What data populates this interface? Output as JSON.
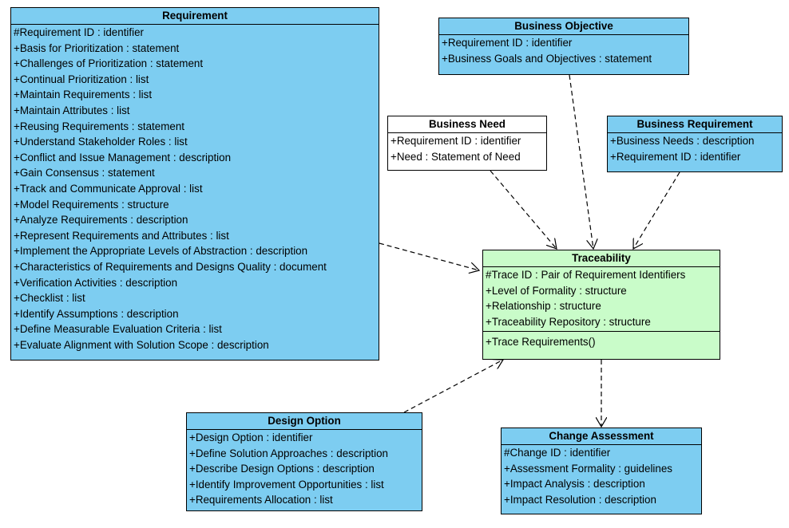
{
  "classes": {
    "requirement": {
      "title": "Requirement",
      "attributes": [
        "#Requirement ID : identifier",
        "+Basis for Prioritization : statement",
        "+Challenges of Prioritization : statement",
        "+Continual Prioritization : list",
        "+Maintain Requirements : list",
        "+Maintain Attributes : list",
        "+Reusing Requirements : statement",
        "+Understand Stakeholder Roles : list",
        "+Conflict and Issue Management : description",
        "+Gain Consensus : statement",
        "+Track and Communicate Approval : list",
        "+Model Requirements : structure",
        "+Analyze Requirements : description",
        "+Represent Requirements and Attributes : list",
        "+Implement the Appropriate Levels of Abstraction : description",
        "+Characteristics of Requirements and Designs Quality : document",
        "+Verification Activities : description",
        "+Checklist : list",
        "+Identify Assumptions : description",
        "+Define Measurable Evaluation Criteria : list",
        "+Evaluate Alignment with Solution Scope : description"
      ]
    },
    "business_objective": {
      "title": "Business Objective",
      "attributes": [
        "+Requirement ID : identifier",
        "+Business Goals and Objectives : statement"
      ]
    },
    "business_need": {
      "title": "Business Need",
      "attributes": [
        "+Requirement ID : identifier",
        "+Need : Statement of Need"
      ]
    },
    "business_requirement": {
      "title": "Business Requirement",
      "attributes": [
        "+Business Needs : description",
        "+Requirement ID : identifier"
      ]
    },
    "traceability": {
      "title": "Traceability",
      "attributes": [
        "#Trace ID : Pair of Requirement Identifiers",
        "+Level of Formality : structure",
        "+Relationship : structure",
        "+Traceability Repository : structure"
      ],
      "operations": [
        "+Trace Requirements()"
      ]
    },
    "design_option": {
      "title": "Design Option",
      "attributes": [
        "+Design Option : identifier",
        "+Define Solution Approaches : description",
        "+Describe Design Options : description",
        "+Identify Improvement Opportunities : list",
        "+Requirements Allocation : list"
      ]
    },
    "change_assessment": {
      "title": "Change Assessment",
      "attributes": [
        "#Change ID : identifier",
        "+Assessment Formality : guidelines",
        "+Impact Analysis : description",
        "+Impact Resolution : description"
      ]
    }
  },
  "colors": {
    "blue_class": "#7dcdf1",
    "white_class": "#ffffff",
    "green_class": "#c9fcc9",
    "line": "#000000"
  }
}
